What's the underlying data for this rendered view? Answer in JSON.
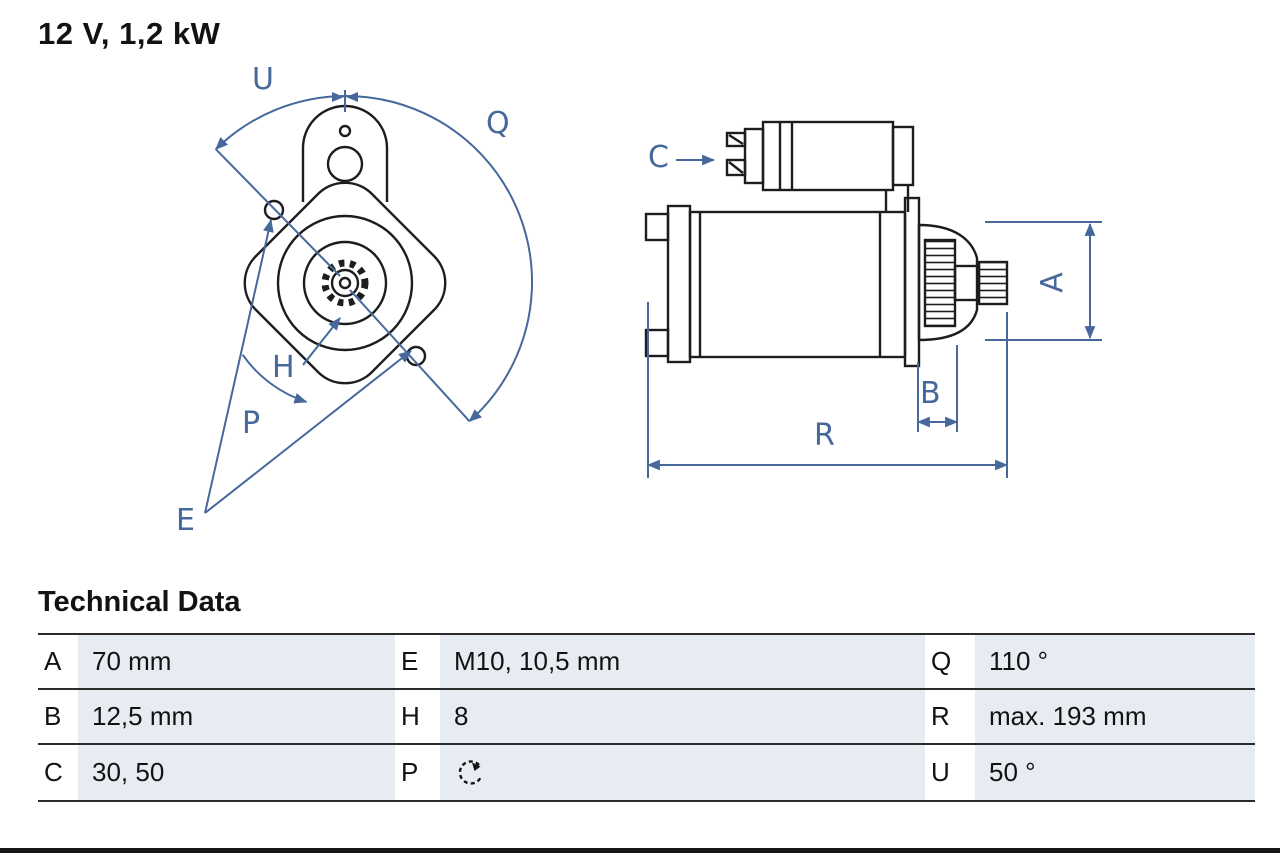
{
  "title": "12 V, 1,2 kW",
  "colors": {
    "dimension_accent": "#46689b",
    "part_line": "#1d1d1f",
    "table_shade": "#e7ecf2"
  },
  "diagram": {
    "labels": {
      "U": "U",
      "Q": "Q",
      "C": "C",
      "A": "A",
      "H": "H",
      "P": "P",
      "E": "E",
      "B": "B",
      "R": "R"
    }
  },
  "technical_data": {
    "heading": "Technical Data",
    "rows": [
      {
        "c1": {
          "label": "A",
          "value": "70 mm"
        },
        "c2": {
          "label": "E",
          "value": "M10, 10,5 mm"
        },
        "c3": {
          "label": "Q",
          "value": "110 °"
        }
      },
      {
        "c1": {
          "label": "B",
          "value": "12,5 mm"
        },
        "c2": {
          "label": "H",
          "value": "8"
        },
        "c3": {
          "label": "R",
          "value": "max. 193 mm"
        }
      },
      {
        "c1": {
          "label": "C",
          "value": "30, 50"
        },
        "c2": {
          "label": "P",
          "value": "",
          "icon": "rotation-direction-icon"
        },
        "c3": {
          "label": "U",
          "value": "50 °"
        }
      }
    ]
  }
}
